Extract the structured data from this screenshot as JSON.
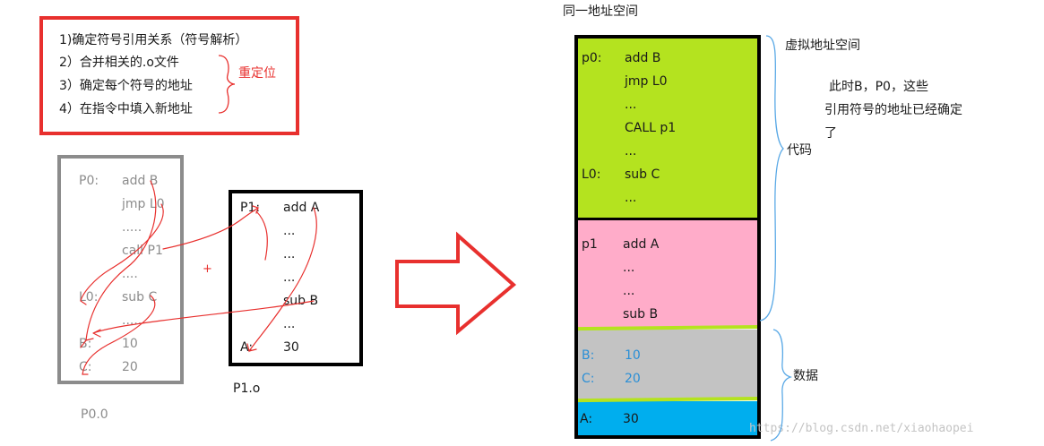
{
  "steps": {
    "items": [
      "1)确定符号引用关系（符号解析）",
      "2）合并相关的.o文件",
      "3）确定每个符号的地址",
      "4）在指令中填入新地址"
    ],
    "reloc_label": "重定位"
  },
  "p0": {
    "rows": [
      {
        "label": "P0:",
        "code": "add B"
      },
      {
        "label": "",
        "code": "jmp L0"
      },
      {
        "label": "",
        "code": "....."
      },
      {
        "label": "",
        "code": "call P1"
      },
      {
        "label": "",
        "code": "...."
      },
      {
        "label": "L0:",
        "code": "sub C"
      },
      {
        "label": "",
        "code": "....."
      },
      {
        "label": "B:",
        "code": "10"
      },
      {
        "label": "C:",
        "code": "20"
      }
    ],
    "caption": "P0.0"
  },
  "plus": "+",
  "p1": {
    "rows": [
      {
        "label": "P1:",
        "code": "add A"
      },
      {
        "label": "",
        "code": "..."
      },
      {
        "label": "",
        "code": "..."
      },
      {
        "label": "",
        "code": "..."
      },
      {
        "label": "",
        "code": "sub B"
      },
      {
        "label": "",
        "code": "..."
      },
      {
        "label": "A:",
        "code": "30"
      }
    ],
    "caption": "P1.o"
  },
  "memory": {
    "title": "同一地址空间",
    "p0_rows": [
      {
        "label": "p0:",
        "code": "add B"
      },
      {
        "label": "",
        "code": "jmp L0"
      },
      {
        "label": "",
        "code": "..."
      },
      {
        "label": "",
        "code": "CALL p1"
      },
      {
        "label": "",
        "code": "..."
      },
      {
        "label": "L0:",
        "code": "sub C"
      },
      {
        "label": "",
        "code": "..."
      }
    ],
    "p1_rows": [
      {
        "label": "p1",
        "code": "add A"
      },
      {
        "label": "",
        "code": "..."
      },
      {
        "label": "",
        "code": "..."
      },
      {
        "label": "",
        "code": "sub B"
      }
    ],
    "data_rows": [
      {
        "label": "B:",
        "code": "10"
      },
      {
        "label": "C:",
        "code": "20"
      }
    ],
    "a_row": {
      "label": "A:",
      "code": "30"
    }
  },
  "annotations": {
    "virtual_space": "虚拟地址空间",
    "note_lines": [
      "此时B，P0，这些",
      "引用符号的地址已经确定",
      "了"
    ],
    "code": "代码",
    "data": "数据"
  },
  "watermark": "https://blog.csdn.net/xiaohaopei",
  "colors": {
    "red": "#e8302e",
    "gray": "#8c8c8c",
    "green": "#b4e31f",
    "pink": "#ffacc9",
    "silver": "#c3c3c3",
    "cyan": "#00aeee",
    "blue_text": "#2b8fd6",
    "bracket": "#5aa9e6"
  }
}
